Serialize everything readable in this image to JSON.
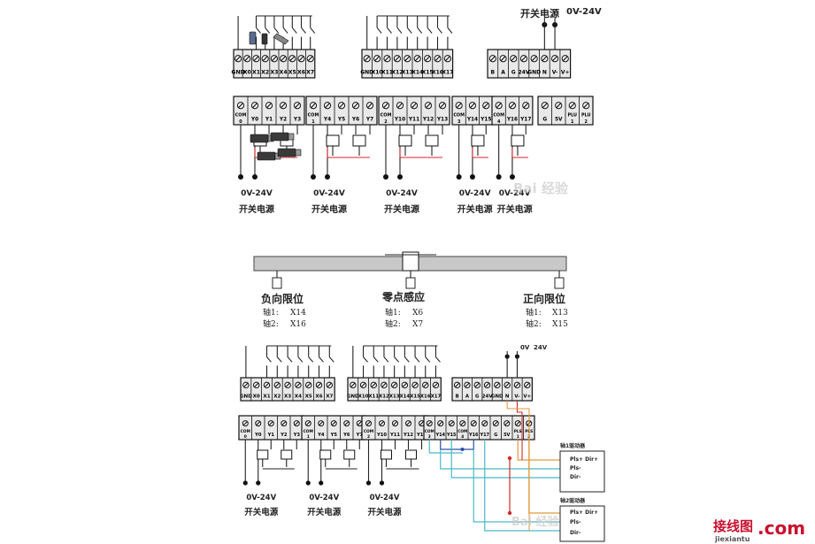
{
  "top": {
    "supply_label": "开关电源",
    "supply_voltage": "0V-24V",
    "input_block_1": [
      "GND",
      "X0",
      "X1",
      "X2",
      "X3",
      "X4",
      "X5",
      "X6",
      "X7"
    ],
    "input_block_2": [
      "GND",
      "X10",
      "X11",
      "X12",
      "X13",
      "X14",
      "X15",
      "X16",
      "X17"
    ],
    "power_block": [
      "B",
      "A",
      "G",
      "24V",
      "GND",
      "N",
      "V-",
      "V+"
    ],
    "output_groups": [
      {
        "com": "COM 0",
        "outs": [
          "Y0",
          "Y1",
          "Y2",
          "Y3"
        ]
      },
      {
        "com": "COM 1",
        "outs": [
          "Y4",
          "Y5",
          "Y6",
          "Y7"
        ]
      },
      {
        "com": "COM 2",
        "outs": [
          "Y10",
          "Y11",
          "Y12",
          "Y13"
        ]
      },
      {
        "com": "COM 3",
        "outs": [
          "Y14",
          "Y15"
        ]
      },
      {
        "com": "COM 4",
        "outs": [
          "Y16",
          "Y17"
        ]
      }
    ],
    "aux_block": [
      "G",
      "5V",
      "PLU 1",
      "PLU 2"
    ],
    "bottom_voltage": "0V-24V",
    "bottom_supply": "开关电源"
  },
  "rail": {
    "neg_limit": {
      "title": "负向限位",
      "axis1_label": "轴1:",
      "axis1_value": "X14",
      "axis2_label": "轴2:",
      "axis2_value": "X16"
    },
    "zero_sense": {
      "title": "零点感应",
      "axis1_label": "轴1:",
      "axis1_value": "X6",
      "axis2_label": "轴2:",
      "axis2_value": "X7"
    },
    "pos_limit": {
      "title": "正向限位",
      "axis1_label": "轴1:",
      "axis1_value": "X13",
      "axis2_label": "轴2:",
      "axis2_value": "X15"
    }
  },
  "bottom": {
    "supply_0v": "0V",
    "supply_24v": "24V",
    "input_block_1": [
      "GND",
      "X0",
      "X1",
      "X2",
      "X3",
      "X4",
      "X5",
      "X6",
      "X7"
    ],
    "input_block_2": [
      "GND",
      "X10",
      "X11",
      "X12",
      "X13",
      "X14",
      "X15",
      "X16",
      "X17"
    ],
    "power_block": [
      "B",
      "A",
      "G",
      "24V",
      "GND",
      "N",
      "V-",
      "V+"
    ],
    "output_groups": [
      {
        "com": "COM 0",
        "outs": [
          "Y0",
          "Y1",
          "Y2",
          "Y3"
        ]
      },
      {
        "com": "COM 1",
        "outs": [
          "Y4",
          "Y5",
          "Y6",
          "Y7"
        ]
      },
      {
        "com": "COM 2",
        "outs": [
          "Y10",
          "Y11",
          "Y12",
          "Y13"
        ]
      }
    ],
    "mixed_block": [
      "COM 3",
      "Y14",
      "Y15",
      "COM 4",
      "Y16",
      "Y17",
      "G",
      "5V",
      "PLS 1",
      "PLS 2"
    ],
    "bottom_voltage": "0V-24V",
    "bottom_supply": "开关电源",
    "driver1": {
      "title": "轴1驱动器",
      "pins": [
        "Pls+ Dir+",
        "Pls-",
        "Dir-"
      ]
    },
    "driver2": {
      "title": "轴2驱动器",
      "pins": [
        "Pls+ Dir+",
        "Pls-",
        "Dir-"
      ]
    }
  },
  "watermarks": {
    "baidu_1": "Bai 经验",
    "baidu_2": "Bai 经验",
    "site_cn": "接线图",
    "site_com": ".com",
    "site_url": "jiexiantu"
  },
  "colors": {
    "wire": "#222222",
    "red_wire": "#d22a2a",
    "blue_wire": "#2a4fa8",
    "cyan_wire": "#49b9c9",
    "orange_wire": "#e09a3a",
    "brand_red": "#c8102e"
  }
}
